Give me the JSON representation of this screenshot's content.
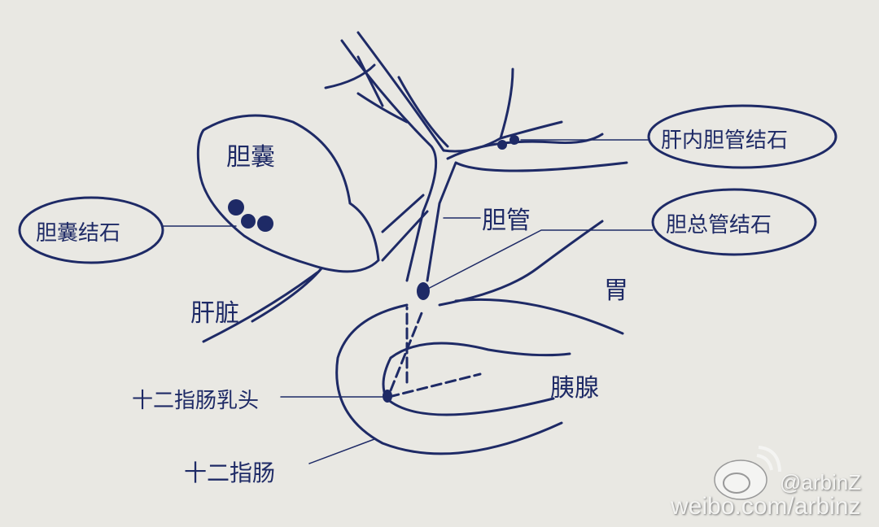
{
  "labels": {
    "gallbladder": "胆囊",
    "gallbladder_stone": "胆囊结石",
    "intrahepatic_stone": "肝内胆管结石",
    "bile_duct": "胆管",
    "cbd_stone": "胆总管结石",
    "stomach": "胃",
    "liver": "肝脏",
    "papilla": "十二指肠乳头",
    "pancreas": "胰腺",
    "duodenum": "十二指肠"
  },
  "watermark": {
    "handle": "@arbinZ",
    "url": "weibo.com/arbinz",
    "icon": "weibo-icon"
  },
  "colors": {
    "ink": "#1e2a66",
    "paper": "#e9e8e3"
  }
}
